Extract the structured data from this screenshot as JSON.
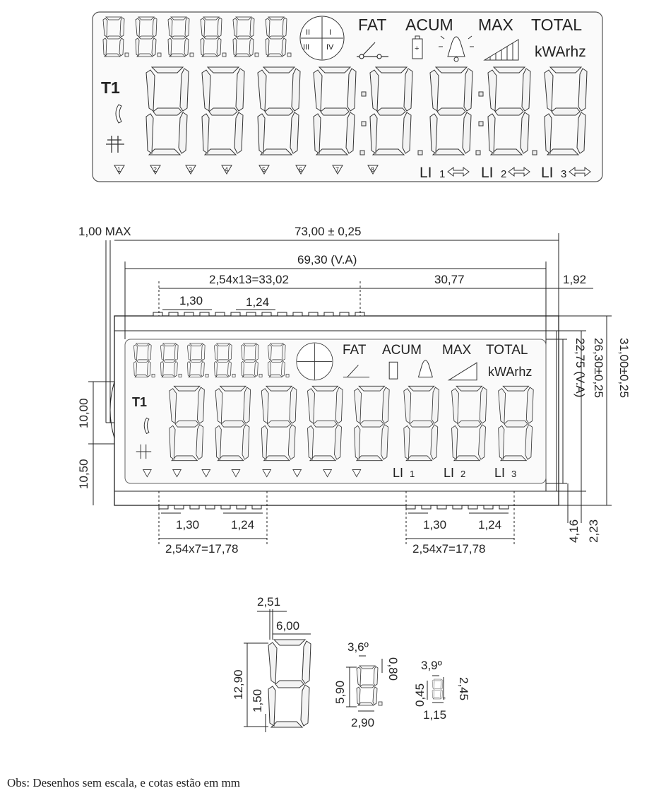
{
  "annunciators": {
    "fat": "FAT",
    "acum": "ACUM",
    "max": "MAX",
    "total": "TOTAL",
    "units": "kWArhz",
    "t1": "T1",
    "quadrants": [
      "II",
      "I",
      "III",
      "IV"
    ],
    "markers": [
      "1",
      "2",
      "3",
      "4",
      "5",
      "6",
      "7",
      "8"
    ],
    "lines": [
      {
        "label": "LI",
        "num": "1"
      },
      {
        "label": "LI",
        "num": "2"
      },
      {
        "label": "LI",
        "num": "3"
      }
    ],
    "icons": [
      "switch-icon",
      "battery-icon",
      "alarm-bell-icon",
      "signal-bars-icon",
      "phone-icon",
      "tariff-icon"
    ]
  },
  "dimensions": {
    "max_thickness": "1,00 MAX",
    "overall_width": "73,00 ± 0,25",
    "view_area_width": "69,30 (V.A)",
    "pin_pitch_top": "2,54x13=33,02",
    "right_span": "30,77",
    "right_offset": "1,92",
    "pin_width_a": "1,30",
    "pin_width_b": "1,24",
    "left_upper": "10,00",
    "left_lower": "10,50",
    "va_height": "22,75 (V.A)",
    "glass_height": "26,30±0,25",
    "total_height": "31,00±0,25",
    "bottom_a": "4,16",
    "bottom_b": "2,23",
    "pin_width_c": "1,30",
    "pin_width_d": "1,24",
    "pin_width_e": "1,30",
    "pin_width_f": "1,24",
    "pin_pitch_left": "2,54x7=17,78",
    "pin_pitch_right": "2,54x7=17,78"
  },
  "digit_details": {
    "large_tilt": "2,51",
    "large_width": "6,00",
    "large_height": "12,90",
    "large_stroke": "1,50",
    "medium_angle": "3,6º",
    "medium_height": "5,90",
    "medium_stroke": "0,80",
    "medium_width": "2,90",
    "small_angle": "3,9º",
    "small_height": "2,45",
    "small_stroke": "0,45",
    "small_width": "1,15"
  },
  "note": "Obs: Desenhos sem escala, e cotas estão em mm"
}
